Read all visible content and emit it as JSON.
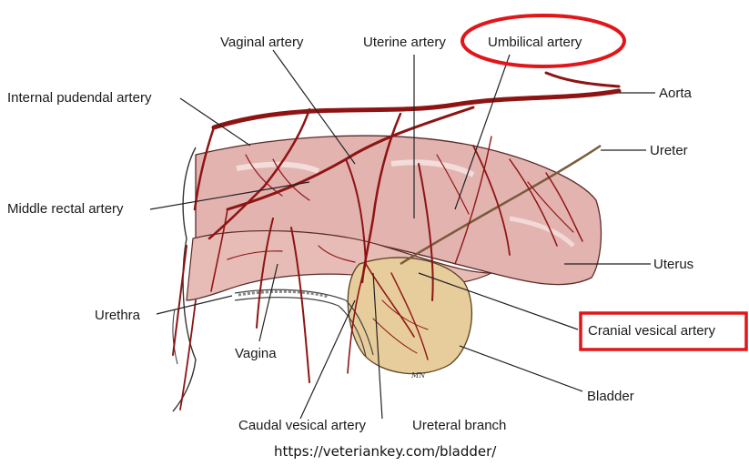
{
  "labels": {
    "vaginal_artery": "Vaginal artery",
    "uterine_artery": "Uterine artery",
    "umbilical_artery": "Umbilical artery",
    "internal_pudendal_artery": "Internal pudendal artery",
    "aorta": "Aorta",
    "ureter": "Ureter",
    "middle_rectal_artery": "Middle rectal artery",
    "uterus": "Uterus",
    "urethra": "Urethra",
    "cranial_vesical_artery": "Cranial vesical artery",
    "vagina": "Vagina",
    "bladder": "Bladder",
    "caudal_vesical_artery": "Caudal vesical artery",
    "ureteral_branch": "Ureteral branch"
  },
  "source_url": "https://veteriankey.com/bladder/",
  "artist_signature": "MN",
  "highlight_color": "#e0161b",
  "colors": {
    "artery": "#8e1414",
    "uterus_fill": "#e3b3b0",
    "bladder_fill": "#e6cd9b"
  }
}
